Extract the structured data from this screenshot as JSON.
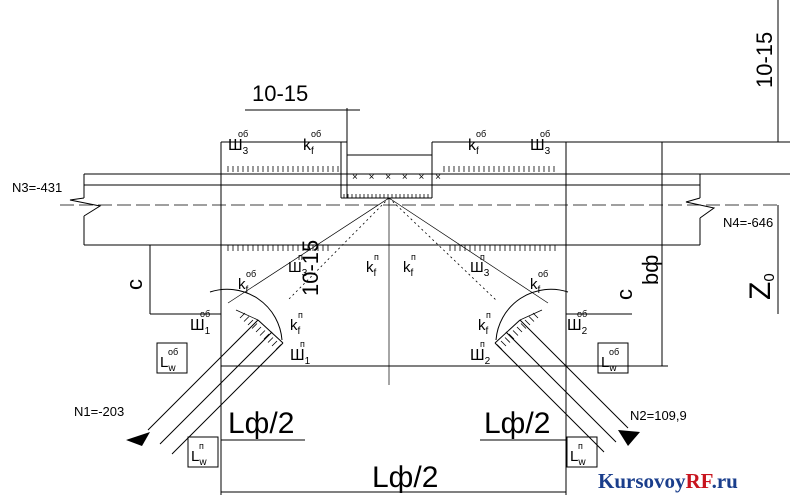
{
  "forces": {
    "n1": "N1=-203",
    "n2": "N2=109,9",
    "n3": "N3=-431",
    "n4": "N4=-646"
  },
  "dimensions": {
    "top_gap": "10-15",
    "right_top": "10-15",
    "left_inner": "10-15",
    "c_left": "c",
    "c_right": "c",
    "b_phi": "bф",
    "z0_base": "Z",
    "z0_sub": "0",
    "l_phi_left": "Lф/2",
    "l_phi_right": "Lф/2",
    "l_phi_bottom": "Lф/2"
  },
  "welds": {
    "sh_top_left": {
      "base": "Ш",
      "sub": "3",
      "sup": "об"
    },
    "kf_top_left": {
      "base": "k",
      "sub": "f",
      "sup": "об"
    },
    "kf_top_right": {
      "base": "k",
      "sub": "f",
      "sup": "об"
    },
    "sh_top_right": {
      "base": "Ш",
      "sub": "3",
      "sup": "об"
    },
    "sh_mid_left": {
      "base": "Ш",
      "sub": "3",
      "sup": "п"
    },
    "kf_mid_left": {
      "base": "k",
      "sub": "f",
      "sup": "п"
    },
    "kf_mid_right": {
      "base": "k",
      "sub": "f",
      "sup": "п"
    },
    "sh_mid_right": {
      "base": "Ш",
      "sub": "3",
      "sup": "п"
    },
    "kf_left_ob": {
      "base": "k",
      "sub": "f",
      "sup": "об"
    },
    "kf_right_ob": {
      "base": "k",
      "sub": "f",
      "sup": "об"
    },
    "sh1_ob": {
      "base": "Ш",
      "sub": "1",
      "sup": "об"
    },
    "kf_left_p": {
      "base": "k",
      "sub": "f",
      "sup": "п"
    },
    "sh1_p": {
      "base": "Ш",
      "sub": "1",
      "sup": "п"
    },
    "sh2_ob": {
      "base": "Ш",
      "sub": "2",
      "sup": "об"
    },
    "kf_right_p": {
      "base": "k",
      "sub": "f",
      "sup": "п"
    },
    "sh2_p": {
      "base": "Ш",
      "sub": "2",
      "sup": "п"
    },
    "lw_left_ob": {
      "base": "L",
      "sub": "w",
      "sup": "об"
    },
    "lw_right_ob": {
      "base": "L",
      "sub": "w",
      "sup": "об"
    },
    "lw_left_p": {
      "base": "L",
      "sub": "w",
      "sup": "п"
    },
    "lw_right_p": {
      "base": "L",
      "sub": "w",
      "sup": "п"
    }
  },
  "watermark": {
    "part1": "Kursovoy",
    "part2": "RF",
    "part3": ".ru",
    "color_main": "#1a3e8c",
    "color_accent": "#c8141e"
  }
}
